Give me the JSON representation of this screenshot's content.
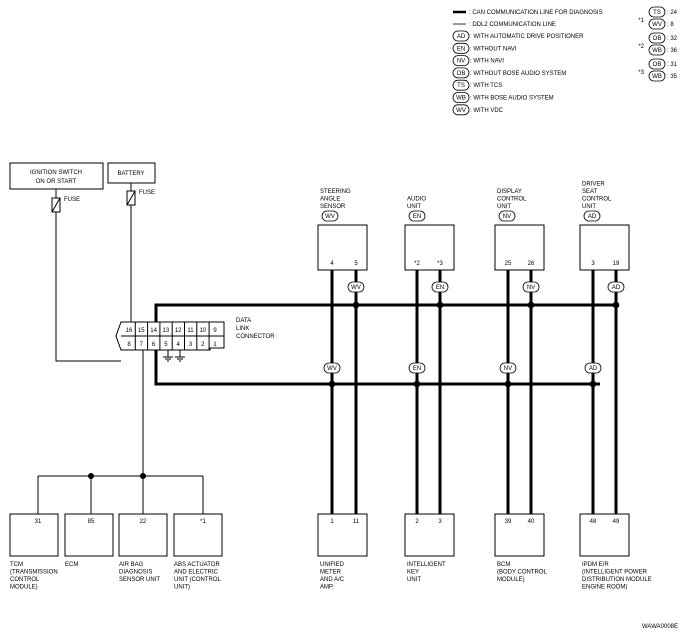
{
  "legend": {
    "can_line": ": CAN COMMUNICATION LINE FOR DIAGNOSIS",
    "ddl2_line": ": DDL2 COMMUNICATION LINE",
    "items": [
      {
        "tag": "AD",
        "text": ": WITH AUTOMATIC DRIVE POSITIONER"
      },
      {
        "tag": "EN",
        "text": ": WITHOUT NAVI"
      },
      {
        "tag": "NV",
        "text": ": WITH NAVI"
      },
      {
        "tag": "OB",
        "text": ": WITHOUT BOSE AUDIO SYSTEM"
      },
      {
        "tag": "TS",
        "text": ": WITH TCS"
      },
      {
        "tag": "WB",
        "text": ": WITH BOSE AUDIO SYSTEM"
      },
      {
        "tag": "WV",
        "text": ": WITH VDC"
      }
    ]
  },
  "notes": [
    {
      "mark": "*1",
      "a_tag": "TS",
      "a_val": ": 24",
      "b_tag": "WV",
      "b_val": ": 8"
    },
    {
      "mark": "*2",
      "a_tag": "OB",
      "a_val": ": 32",
      "b_tag": "WB",
      "b_val": ": 36"
    },
    {
      "mark": "*3",
      "a_tag": "OB",
      "a_val": ": 31",
      "b_tag": "WB",
      "b_val": ": 35"
    }
  ],
  "power": {
    "ignition_l1": "IGNITION SWITCH",
    "ignition_l2": "ON OR START",
    "battery": "BATTERY",
    "fuse": "FUSE"
  },
  "dlc": {
    "top_pins": [
      "16",
      "15",
      "14",
      "13",
      "12",
      "11",
      "10",
      "9"
    ],
    "bottom_pins": [
      "8",
      "7",
      "6",
      "5",
      "4",
      "3",
      "2",
      "1"
    ],
    "label": [
      "DATA",
      "LINK",
      "CONNECTOR"
    ]
  },
  "top_units": [
    {
      "label": [
        "STEERING",
        "ANGLE",
        "SENSOR"
      ],
      "tag": "WV",
      "pins": [
        "4",
        "5"
      ],
      "line_tag": "WV"
    },
    {
      "label": [
        "AUDIO",
        "UNIT"
      ],
      "tag": "EN",
      "pins": [
        "*2",
        "*3"
      ],
      "line_tag": "EN"
    },
    {
      "label": [
        "DISPLAY",
        "CONTROL",
        "UNIT"
      ],
      "tag": "NV",
      "pins": [
        "25",
        "26"
      ],
      "line_tag": "NV"
    },
    {
      "label": [
        "DRIVER",
        "SEAT",
        "CONTROL",
        "UNIT"
      ],
      "tag": "AD",
      "pins": [
        "3",
        "19"
      ],
      "line_tag": "AD"
    }
  ],
  "bottom_left_units": [
    {
      "pin": "31",
      "label": [
        "TCM",
        "(TRANSMISSION",
        "CONTROL",
        "MODULE)"
      ]
    },
    {
      "pin": "85",
      "label": [
        "ECM"
      ]
    },
    {
      "pin": "22",
      "label": [
        "AIR BAG",
        "DIAGNOSIS",
        "SENSOR UNIT"
      ]
    },
    {
      "pin": "*1",
      "label": [
        "ABS ACTUATOR",
        "AND ELECTRIC",
        "UNIT (CONTROL",
        "UNIT)"
      ]
    }
  ],
  "bottom_right_units": [
    {
      "pins": [
        "1",
        "11"
      ],
      "tag": "WV",
      "label": [
        "UNIFIED",
        "METER",
        "AND A/C",
        "AMP."
      ]
    },
    {
      "pins": [
        "2",
        "3"
      ],
      "tag": "EN",
      "label": [
        "INTELLIGENT",
        "KEY",
        "UNIT"
      ]
    },
    {
      "pins": [
        "39",
        "40"
      ],
      "tag": "NV",
      "label": [
        "BCM",
        "(BODY CONTROL",
        "MODULE)"
      ]
    },
    {
      "pins": [
        "48",
        "49"
      ],
      "tag": "AD",
      "label": [
        "IPDM E/R",
        "(INTELLIGENT POWER",
        "DISTRIBUTION MODULE",
        "ENGINE ROOM)"
      ]
    }
  ],
  "figure_id": "WAWA0008E"
}
